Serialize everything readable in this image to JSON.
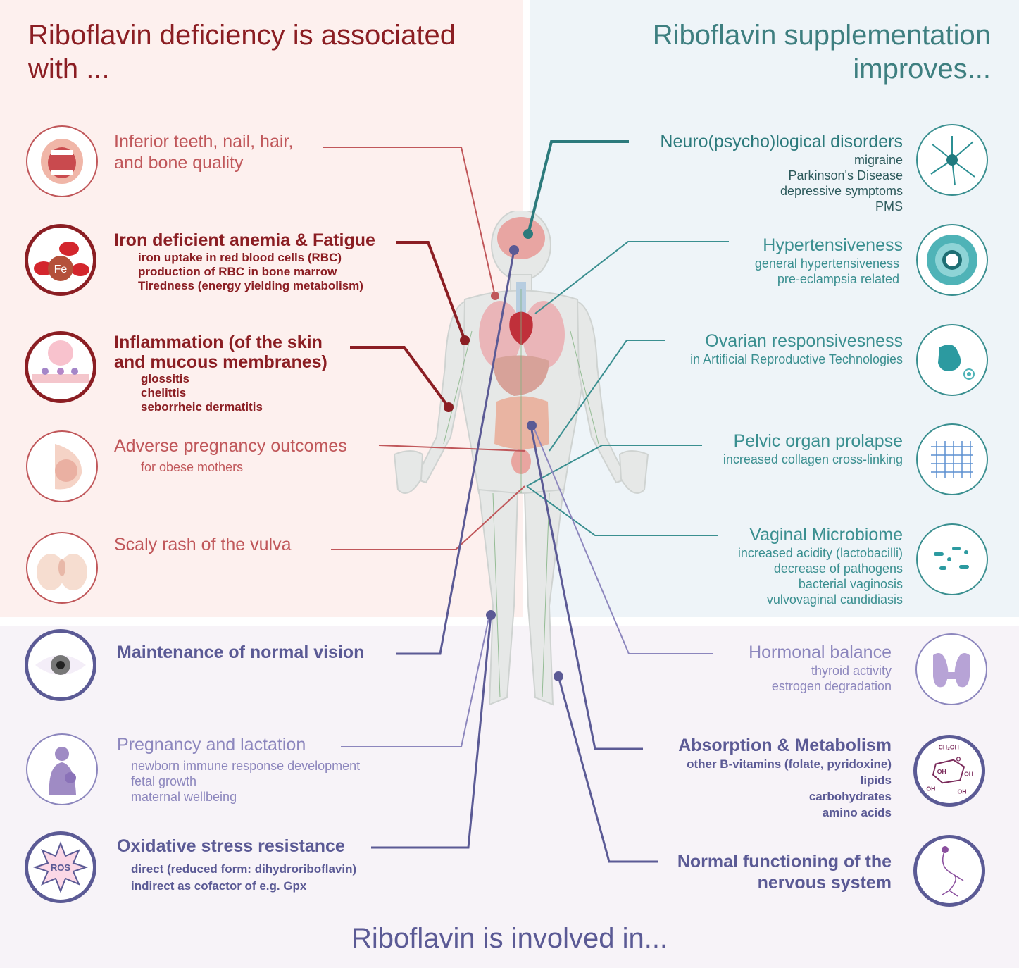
{
  "headings": {
    "deficiency": "Riboflavin deficiency is associated\nwith ...",
    "supplementation": "Riboflavin supplementation\nimproves...",
    "involved": "Riboflavin is involved in..."
  },
  "deficiency_items": [
    {
      "title": "Inferior teeth, nail, hair,\nand bone quality",
      "details": [],
      "icon": "mouth-icon"
    },
    {
      "title": "Iron deficient anemia & Fatigue",
      "details": [
        "iron uptake in red blood cells (RBC)",
        "production of RBC in bone marrow",
        "Tiredness (energy yielding metabolism)"
      ],
      "icon": "red-blood-cell-icon",
      "icon_label": "Fe"
    },
    {
      "title": "Inflammation (of the skin\nand mucous membranes)",
      "details": [
        "glossitis",
        "chelittis",
        "seborrheic dermatitis"
      ],
      "icon": "inflammation-icon"
    },
    {
      "title": "Adverse pregnancy outcomes",
      "details": [
        "for obese mothers"
      ],
      "icon": "fetus-icon"
    },
    {
      "title": "Scaly rash of the vulva",
      "details": [],
      "icon": "vulva-icon"
    }
  ],
  "supplementation_items": [
    {
      "title": "Neuro(psycho)logical disorders",
      "details": [
        "migraine",
        "Parkinson's Disease",
        "depressive symptoms",
        "PMS"
      ],
      "icon": "neuron-icon"
    },
    {
      "title": "Hypertensiveness",
      "details": [
        "general hypertensiveness",
        "pre-eclampsia related"
      ],
      "icon": "blood-vessel-icon"
    },
    {
      "title": "Ovarian responsivesness",
      "details": [
        "in Artificial Reproductive Technologies"
      ],
      "icon": "ovary-icon"
    },
    {
      "title": "Pelvic organ prolapse",
      "details": [
        "increased collagen cross-linking"
      ],
      "icon": "collagen-mesh-icon"
    },
    {
      "title": "Vaginal Microbiome",
      "details": [
        "increased acidity (lactobacilli)",
        "decrease of pathogens",
        "bacterial vaginosis",
        "vulvovaginal candidiasis"
      ],
      "icon": "bacteria-icon"
    }
  ],
  "involved_left": [
    {
      "title": "Maintenance of normal vision",
      "details": [],
      "icon": "eye-icon"
    },
    {
      "title": "Pregnancy and lactation",
      "details": [
        "newborn immune response development",
        "fetal growth",
        "maternal wellbeing"
      ],
      "icon": "breastfeeding-icon"
    },
    {
      "title": "Oxidative stress resistance",
      "details": [
        "direct (reduced form: dihydroriboflavin)",
        "indirect as cofactor of e.g. Gpx"
      ],
      "icon": "ros-icon",
      "icon_label": "ROS"
    }
  ],
  "involved_right": [
    {
      "title": "Hormonal balance",
      "details": [
        "thyroid activity",
        "estrogen degradation"
      ],
      "icon": "thyroid-icon"
    },
    {
      "title": "Absorption & Metabolism",
      "details": [
        "other B-vitamins (folate, pyridoxine)",
        "lipids",
        "carbohydrates",
        "amino acids"
      ],
      "icon": "glucose-molecule-icon",
      "icon_labels": [
        "CH₂OH",
        "O",
        "OH",
        "OH",
        "OH",
        "OH"
      ]
    },
    {
      "title": "Normal functioning of the\nnervous system",
      "details": [],
      "icon": "nerve-cell-icon"
    }
  ],
  "colors": {
    "deficiency_dark": "#8b1e23",
    "deficiency_light": "#c0575a",
    "supplementation": "#3a8f90",
    "involved_dark": "#5b5a95",
    "involved_light": "#8c86bd"
  }
}
